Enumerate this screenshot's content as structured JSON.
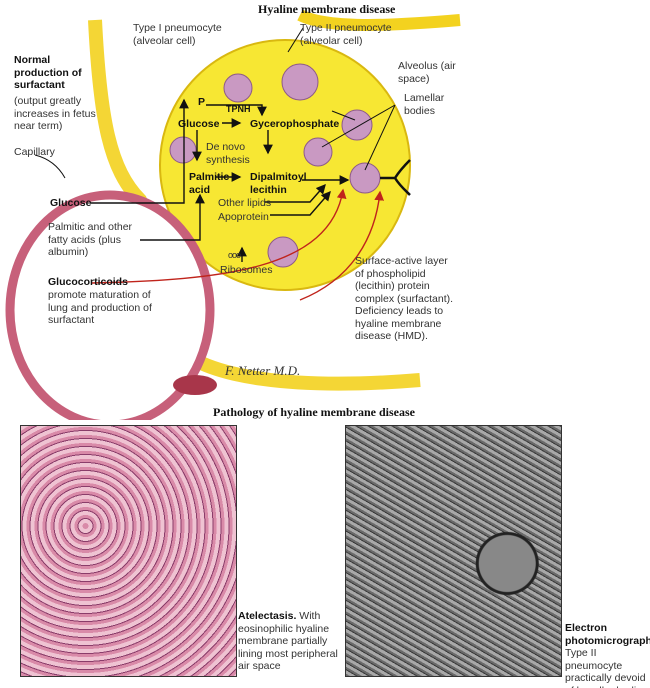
{
  "title": "Hyaline membrane disease",
  "labels": {
    "type1": "Type I pneumocyte (alveolar cell)",
    "type2": "Type II pneumocyte (alveolar cell)",
    "alveolus": "Alveolus (air space)",
    "lamellar": "Lamellar bodies",
    "normal_head": "Normal production of surfactant",
    "normal_sub": "(output greatly increases in fetus near term)",
    "capillary": "Capillary",
    "glucose_cap": "Glucose",
    "fatty": "Palmitic and other fatty acids (plus albumin)",
    "gluco_head": "Glucocorticoids",
    "gluco_sub": "promote maturation of lung and production of surfactant",
    "surface": "Surface-active layer of phospholipid (lecithin) protein complex (surfactant). Deficiency leads to hyaline membrane disease (HMD).",
    "signature": "F. Netter M.D."
  },
  "pathway": {
    "p": "P",
    "glucose": "Glucose",
    "tpnh": "TPNH",
    "glycero": "Gycerophosphate",
    "denovo": "De novo synthesis",
    "palmitic": "Palmitic acid",
    "dipal": "Dipalmitoyl lecithin",
    "other": "Other lipids",
    "apo": "Apoprotein",
    "ribo": "Ribosomes"
  },
  "pathology": {
    "title": "Pathology of hyaline membrane disease",
    "left_head": "Atelectasis.",
    "left_sub": "With eosinophilic hyaline membrane partially lining most peripheral air space",
    "right_head": "Electron photomicrograph.",
    "right_sub": "Type II pneumocyte practically devoid of lamellar bodies"
  },
  "colors": {
    "cell": "#f7e733",
    "membrane": "#f3d21f",
    "capillary": "#c7607a",
    "lamellar": "#b884b0",
    "red_arrow": "#c0241c"
  }
}
